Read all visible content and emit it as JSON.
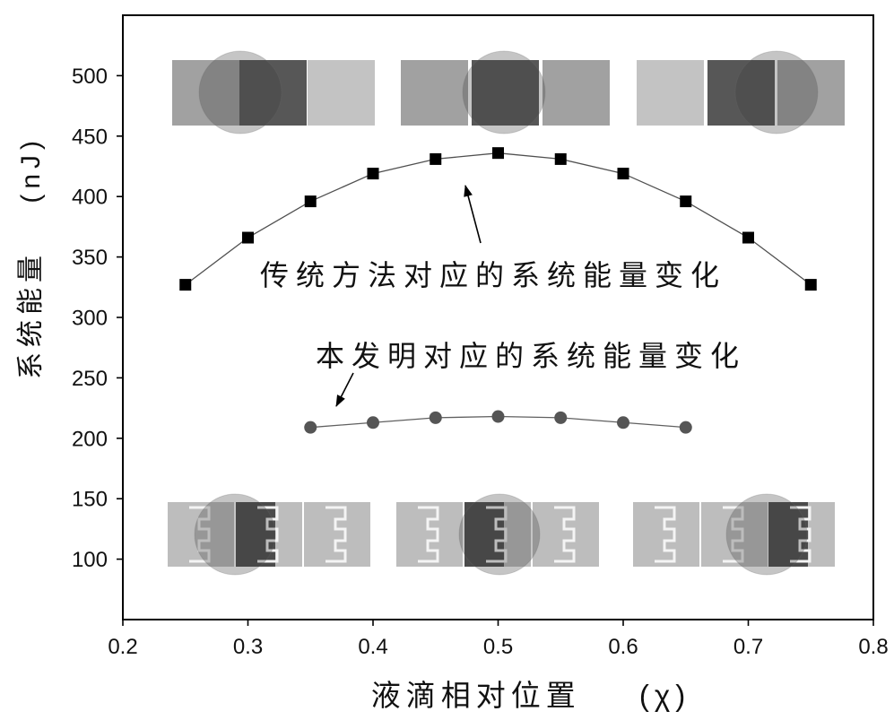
{
  "chart_data": {
    "type": "line",
    "xlabel": "液滴相对位置 (χ)",
    "ylabel": "系统能量 (nJ)",
    "xlim": [
      0.2,
      0.8
    ],
    "ylim": [
      50,
      550
    ],
    "xticks": [
      0.2,
      0.3,
      0.4,
      0.5,
      0.6,
      0.7,
      0.8
    ],
    "yticks": [
      100,
      150,
      200,
      250,
      300,
      350,
      400,
      450,
      500
    ],
    "grid": false,
    "series": [
      {
        "name": "传统方法对应的系统能量变化",
        "marker": "square",
        "color": "#000000",
        "line_color": "#505050",
        "x": [
          0.25,
          0.3,
          0.35,
          0.4,
          0.45,
          0.5,
          0.55,
          0.6,
          0.65,
          0.7,
          0.75
        ],
        "y": [
          327,
          366,
          396,
          419,
          431,
          436,
          431,
          419,
          396,
          366,
          327
        ]
      },
      {
        "name": "本发明对应的系统能量变化",
        "marker": "circle",
        "color": "#555555",
        "line_color": "#606060",
        "x": [
          0.35,
          0.4,
          0.45,
          0.5,
          0.55,
          0.6,
          0.65
        ],
        "y": [
          209,
          213,
          217,
          218,
          217,
          213,
          209
        ]
      }
    ]
  }
}
